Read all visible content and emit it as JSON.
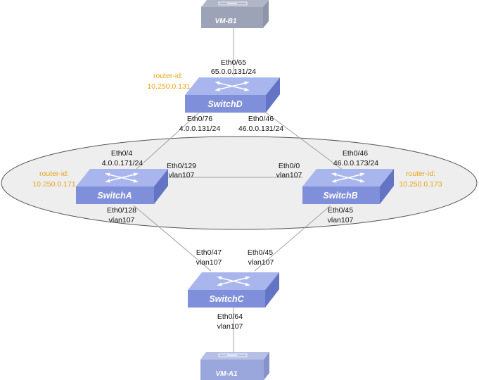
{
  "devices": {
    "vm_b1": {
      "name": "VM-B1"
    },
    "switch_d": {
      "name": "SwitchD",
      "router_id_label": "router-id:",
      "router_id": "10.250.0.131"
    },
    "switch_a": {
      "name": "SwitchA",
      "router_id_label": "router-id:",
      "router_id": "10.250.0.171"
    },
    "switch_b": {
      "name": "SwitchB",
      "router_id_label": "router-id:",
      "router_id": "10.250.0.173"
    },
    "switch_c": {
      "name": "SwitchC"
    },
    "vm_a1": {
      "name": "VM-A1"
    }
  },
  "ports": {
    "d_up_port": "Eth0/65",
    "d_up_ip": "65.0.0.131/24",
    "d_left_port": "Eth0/76",
    "d_left_ip": "4.0.0.131/24",
    "d_right_port": "Eth0/46",
    "d_right_ip": "46.0.0.131/24",
    "a_up_port": "Eth0/4",
    "a_up_ip": "4.0.0.171/24",
    "a_right_port": "Eth0/129",
    "a_right_vlan": "vlan107",
    "b_left_port": "Eth0/0",
    "b_left_vlan": "vlan107",
    "b_up_port": "Eth0/46",
    "b_up_ip": "46.0.0.173/24",
    "a_down_port": "Eth0/128",
    "a_down_vlan": "vlan107",
    "b_down_port": "Eth0/45",
    "b_down_vlan": "vlan107",
    "c_left_port": "Eth0/47",
    "c_left_vlan": "vlan107",
    "c_right_port": "Eth0/45",
    "c_right_vlan": "vlan107",
    "c_down_port": "Eth0/64",
    "c_down_vlan": "vlan107"
  },
  "colors": {
    "switch_top": "#a9b6ee",
    "switch_front": "#7f8fd9",
    "switch_side": "#6474c4",
    "vm_fill": "#9aa7dc",
    "router_id": "#e8a317",
    "ellipse_fill": "#eeeeee",
    "link": "#a0a0a0"
  }
}
